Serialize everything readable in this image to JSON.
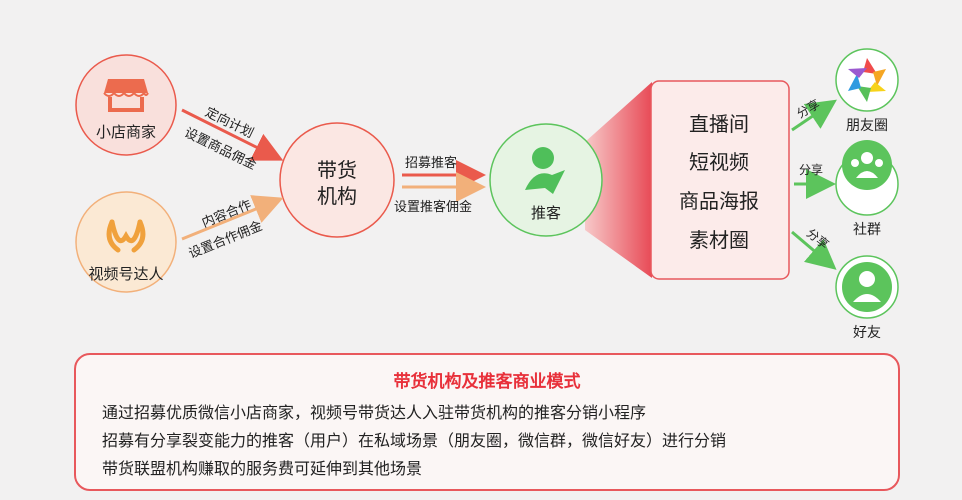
{
  "nodes": {
    "shop": "小店商家",
    "creator": "视频号达人",
    "agency": "带货\n机构",
    "promoter": "推客"
  },
  "edges": {
    "shop_top": "定向计划",
    "shop_bottom": "设置商品佣金",
    "creator_top": "内容合作",
    "creator_bottom": "设置合作佣金",
    "agency_top": "招募推客",
    "agency_bottom": "设置推客佣金",
    "share_1": "分享",
    "share_2": "分享",
    "share_3": "分享"
  },
  "channels": [
    "直播间",
    "短视频",
    "商品海报",
    "素材圈"
  ],
  "targets": {
    "moments": "朋友圈",
    "group": "社群",
    "friend": "好友"
  },
  "panel": {
    "title": "带货机构及推客商业模式",
    "lines": [
      "通过招募优质微信小店商家，视频号带货达人入驻带货机构的推客分销小程序",
      "招募有分享裂变能力的推客（用户）在私域场景（朋友圈，微信群，微信好友）进行分销",
      "带货联盟机构赚取的服务费可延伸到其他场景"
    ]
  },
  "colors": {
    "red": "#e8585c",
    "orange": "#f2b07a",
    "green": "#5cc45c",
    "shop_fill": "#f9e0dc",
    "creator_fill": "#fbe9d4",
    "agency_fill": "#fbe7e3",
    "promoter_fill": "#e6f4e3"
  },
  "icons": {
    "shop": "storefront-icon",
    "creator": "infinity-icon",
    "promoter": "paper-plane-person-icon",
    "moments": "aperture-icon",
    "group": "group-people-icon",
    "friend": "person-icon"
  }
}
